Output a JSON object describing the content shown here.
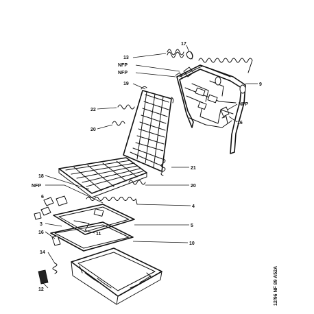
{
  "labels": {
    "p13": "13",
    "p17": "17",
    "nfp_a": "NFP",
    "nfp_b": "NFP",
    "p9": "9",
    "p19": "19",
    "nfp_c": "NFP",
    "p22": "22",
    "p16_top": "16",
    "p20_top": "20",
    "p21": "21",
    "p18": "18",
    "p20_mid": "20",
    "nfp_d": "NFP",
    "p6": "6",
    "p4": "4",
    "p5": "5",
    "p3": "3",
    "p11": "11",
    "p16_bot": "16",
    "p10": "10",
    "p14": "14",
    "p12": "12"
  },
  "drawing_code": "12/96 NF 89 A52A"
}
